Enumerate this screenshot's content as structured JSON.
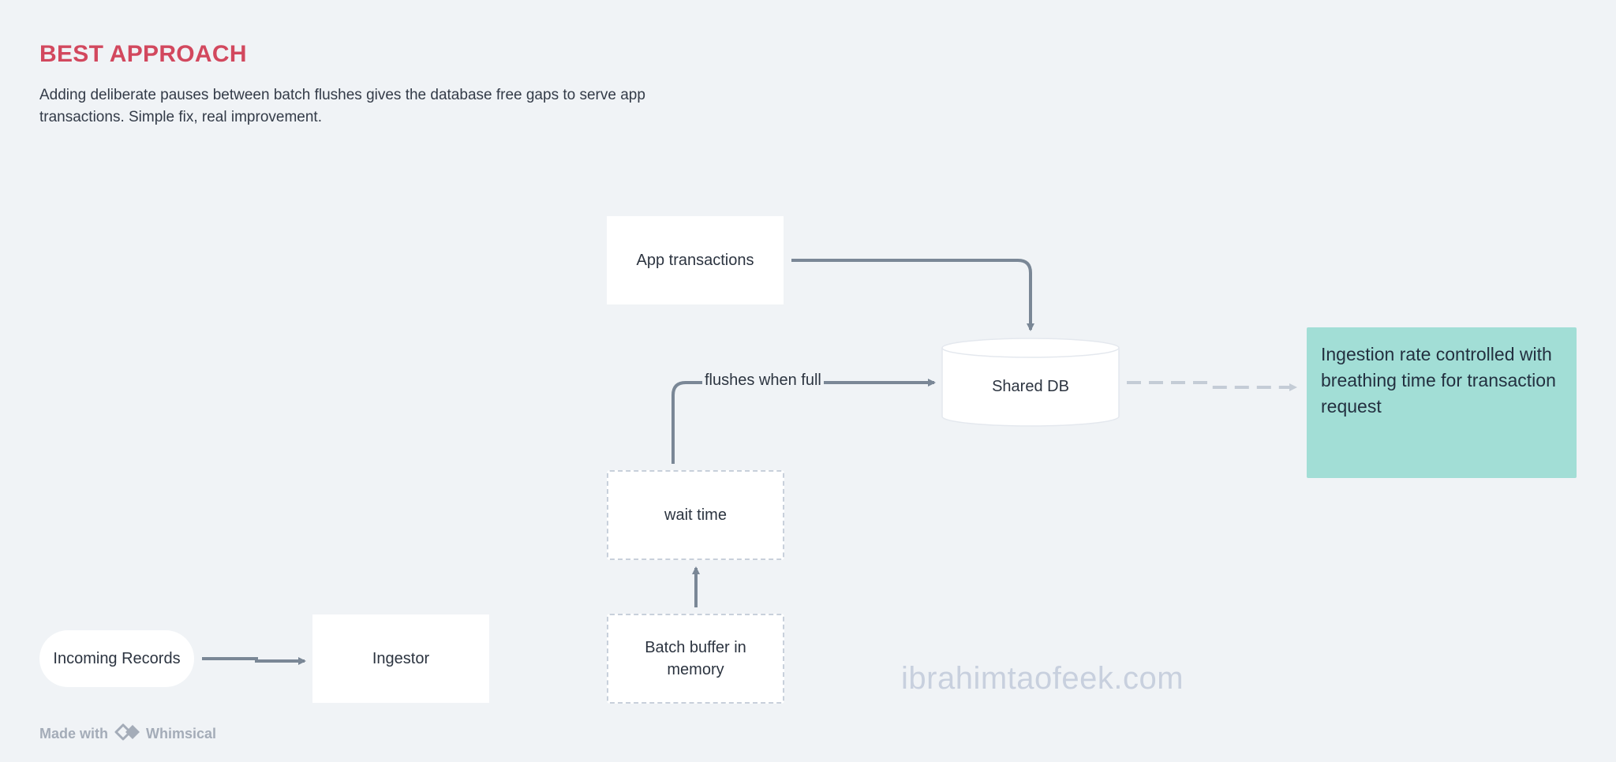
{
  "header": {
    "title": "BEST APPROACH",
    "description": "Adding deliberate pauses between batch flushes gives the database free gaps to serve app transactions. Simple fix, real improvement."
  },
  "nodes": {
    "app_transactions": "App transactions",
    "shared_db": "Shared DB",
    "wait_time": "wait time",
    "batch_buffer": "Batch buffer in memory",
    "incoming_records": "Incoming Records",
    "ingestor": "Ingestor"
  },
  "edges": {
    "flush_label": "flushes when full"
  },
  "note": {
    "text": "Ingestion rate controlled with breathing time for transaction request"
  },
  "watermark": "ibrahimtaofeek.com",
  "footer": {
    "made_with": "Made with",
    "brand": "Whimsical"
  },
  "colors": {
    "title": "#d2485e",
    "connector": "#7a8796",
    "dashed_connector": "#c4ccd6",
    "note_fill": "#a2ded6",
    "background": "#f0f3f6"
  }
}
